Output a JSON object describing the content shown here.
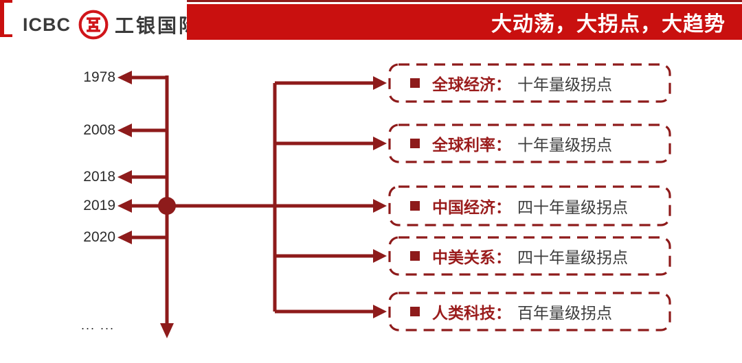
{
  "header": {
    "logo_text": "ICBC",
    "logo_cn": "工银国际",
    "banner_title": "大动荡，大拐点，大趋势"
  },
  "timeline": {
    "years": [
      "1978",
      "2008",
      "2018",
      "2019",
      "2020"
    ],
    "ellipsis": "... ..."
  },
  "boxes": [
    {
      "label": "全球经济：",
      "value": "十年量级拐点"
    },
    {
      "label": "全球利率：",
      "value": "十年量级拐点"
    },
    {
      "label": "中国经济：",
      "value": "四十年量级拐点"
    },
    {
      "label": "中美关系：",
      "value": "四十年量级拐点"
    },
    {
      "label": "人类科技：",
      "value": "百年量级拐点"
    }
  ],
  "colors": {
    "diagram_maroon": "#8E1B1B",
    "banner_red": "#C9100F",
    "logo_red": "#D0151A",
    "text_dark": "#2B2B2B"
  }
}
